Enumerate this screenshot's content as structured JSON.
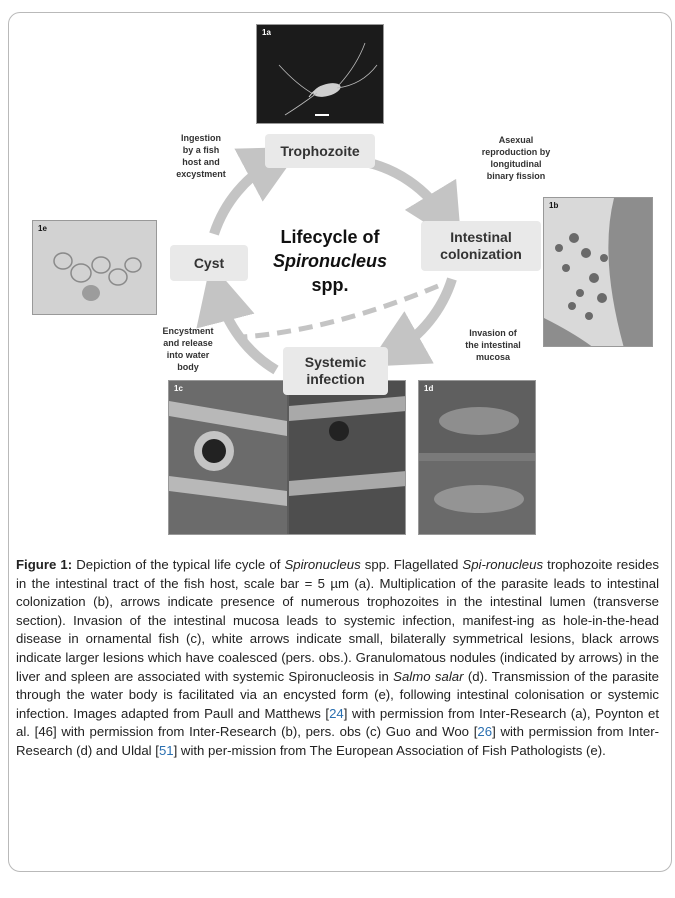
{
  "figure": {
    "photos": {
      "a": {
        "tag": "1a"
      },
      "b": {
        "tag": "1b"
      },
      "c": {
        "tag": "1c"
      },
      "d": {
        "tag": "1d"
      },
      "e": {
        "tag": "1e"
      }
    },
    "stages": {
      "trophozoite": "Trophozoite",
      "intestinal_colonization": "Intestinal\ncolonization",
      "systemic_infection": "Systemic\ninfection",
      "cyst": "Cyst"
    },
    "center_title": {
      "line1": "Lifecycle of",
      "line2": "Spironucleus",
      "line3": "spp."
    },
    "notes": {
      "ingestion": "Ingestion\nby a fish\nhost and\nexcystment",
      "asexual": "Asexual\nreproduction by\nlongitudinal\nbinary fission",
      "encystment": "Encystment\nand release\ninto water\nbody",
      "invasion": "Invasion of\nthe intestinal\nmucosa"
    },
    "colors": {
      "arrow": "#c4c4c4",
      "box": "#e9e9e9"
    }
  },
  "caption": {
    "label": "Figure 1:",
    "t1": " Depiction of the typical life cycle of ",
    "i1": "Spironucleus",
    "t2": " spp. Flagellated ",
    "i2": "Spi-ronucleus",
    "t3": " trophozoite resides in the intestinal tract of the fish host, scale bar = 5 µm (a). Multiplication of the parasite leads to intestinal colonization (b), arrows indicate presence of numerous trophozoites in the intestinal lumen (transverse section). Invasion of the intestinal mucosa leads to systemic infection, manifest-ing as hole-in-the-head disease in ornamental fish (c), white arrows indicate small, bilaterally symmetrical lesions, black arrows indicate larger lesions which have coalesced (pers. obs.). Granulomatous nodules (indicated by arrows) in the liver and spleen are associated with systemic Spironucleosis in ",
    "i3": "Salmo salar",
    "t4": " (d). Transmission of the parasite through the water body is facilitated via an encysted form (e), following intestinal colonisation or systemic infection. Images adapted from Paull and Matthews [",
    "r1": "24",
    "t5": "] with permission from Inter-Research (a), Poynton et al. [46] with permission from Inter-Research (b), pers. obs (c) Guo and Woo [",
    "r2": "26",
    "t6": "] with permission from Inter-Research (d) and Uldal [",
    "r3": "51",
    "t7": "] with per-mission from The European Association of Fish Pathologists (e)."
  }
}
